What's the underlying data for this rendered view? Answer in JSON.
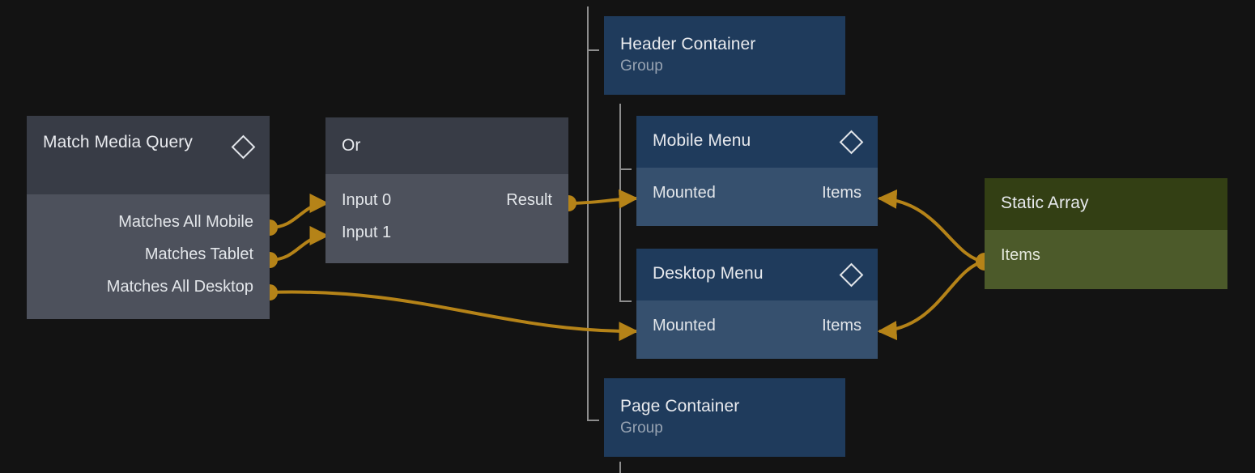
{
  "graph": {
    "background_color": "#131313",
    "edge_color": "#b58318",
    "tree_line_color": "#8d8d8d",
    "nodes": [
      {
        "id": "match-media-query",
        "title": "Match Media Query",
        "subtitle": "",
        "palette": "grey",
        "header_color": "#383c46",
        "body_color": "#4d515c",
        "has_diamond": true,
        "outputs": [
          "Matches All Mobile",
          "Matches Tablet",
          "Matches All Desktop"
        ],
        "inputs": []
      },
      {
        "id": "or",
        "title": "Or",
        "subtitle": "",
        "palette": "grey",
        "header_color": "#383c46",
        "body_color": "#4d515c",
        "has_diamond": false,
        "inputs": [
          "Input 0",
          "Input 1"
        ],
        "outputs": [
          "Result"
        ]
      },
      {
        "id": "header-container",
        "title": "Header Container",
        "subtitle": "Group",
        "palette": "blue",
        "header_color": "#1f3b5c",
        "body_color": "#36506e",
        "has_diamond": false,
        "inputs": [],
        "outputs": []
      },
      {
        "id": "mobile-menu",
        "title": "Mobile Menu",
        "subtitle": "",
        "palette": "blue",
        "header_color": "#1f3b5c",
        "body_color": "#36506e",
        "has_diamond": true,
        "inputs": [
          "Mounted",
          "Items"
        ],
        "outputs": []
      },
      {
        "id": "desktop-menu",
        "title": "Desktop Menu",
        "subtitle": "",
        "palette": "blue",
        "header_color": "#1f3b5c",
        "body_color": "#36506e",
        "has_diamond": true,
        "inputs": [
          "Mounted",
          "Items"
        ],
        "outputs": []
      },
      {
        "id": "static-array",
        "title": "Static Array",
        "subtitle": "",
        "palette": "green",
        "header_color": "#333f14",
        "body_color": "#4c5a2a",
        "has_diamond": false,
        "inputs": [],
        "outputs": [
          "Items"
        ]
      },
      {
        "id": "page-container",
        "title": "Page Container",
        "subtitle": "Group",
        "palette": "blue",
        "header_color": "#1f3b5c",
        "body_color": "#36506e",
        "has_diamond": false,
        "inputs": [],
        "outputs": []
      }
    ],
    "edges": [
      {
        "from": "match-media-query.Matches All Mobile",
        "to": "or.Input 0"
      },
      {
        "from": "match-media-query.Matches Tablet",
        "to": "or.Input 1"
      },
      {
        "from": "match-media-query.Matches All Desktop",
        "to": "desktop-menu.Mounted"
      },
      {
        "from": "or.Result",
        "to": "mobile-menu.Mounted"
      },
      {
        "from": "static-array.Items",
        "to": "mobile-menu.Items"
      },
      {
        "from": "static-array.Items",
        "to": "desktop-menu.Items"
      }
    ]
  },
  "nodes": {
    "match_media": {
      "title": "Match Media Query",
      "out_0": "Matches All Mobile",
      "out_1": "Matches Tablet",
      "out_2": "Matches All Desktop"
    },
    "or": {
      "title": "Or",
      "in_0": "Input 0",
      "in_1": "Input 1",
      "out_0": "Result"
    },
    "header_container": {
      "title": "Header Container",
      "subtitle": "Group"
    },
    "mobile_menu": {
      "title": "Mobile Menu",
      "in_0": "Mounted",
      "in_1": "Items"
    },
    "desktop_menu": {
      "title": "Desktop Menu",
      "in_0": "Mounted",
      "in_1": "Items"
    },
    "static_array": {
      "title": "Static Array",
      "out_0": "Items"
    },
    "page_container": {
      "title": "Page Container",
      "subtitle": "Group"
    }
  }
}
